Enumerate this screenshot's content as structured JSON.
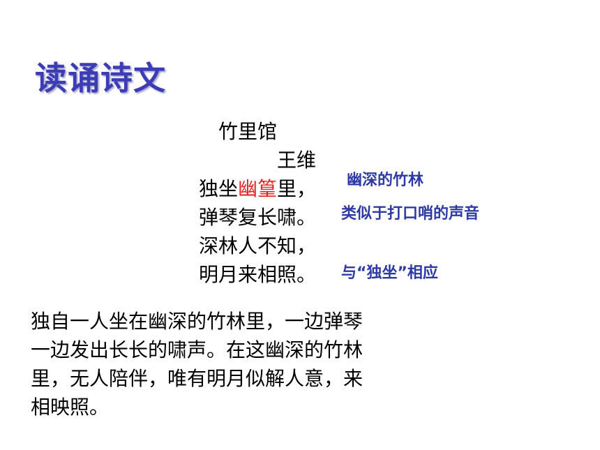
{
  "title": "读诵诗文",
  "poem": {
    "title": "竹里馆",
    "author": "王维",
    "line1": {
      "before": "独坐",
      "highlight": "幽篁",
      "after": "里，"
    },
    "line2": "弹琴复长啸。",
    "line3": "深林人不知，",
    "line4": "明月来相照。"
  },
  "notes": {
    "youhuang": "幽深的竹林",
    "xiao": "类似于打口哨的声音",
    "xiangzhao": "与“独坐”相应"
  },
  "translation": {
    "line1": "独自一人坐在幽深的竹林里，一边弹琴",
    "line2": "一边发出长长的啸声。在这幽深的竹林",
    "line3": "里，无人陪伴，唯有明月似解人意，来",
    "line4": "相映照。"
  },
  "colors": {
    "title": "#3c3cb4",
    "note": "#2e3aa4",
    "highlight": "#e02020"
  }
}
